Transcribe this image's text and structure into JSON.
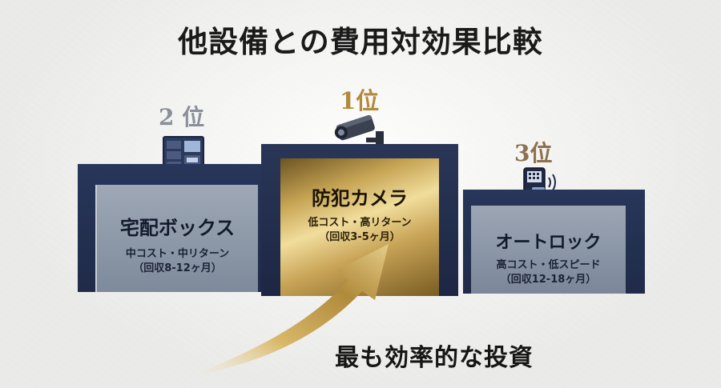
{
  "title": "他設備との費用対効果比較",
  "ranks": {
    "second": "2 位",
    "first": "1位",
    "third": "3位"
  },
  "items": [
    {
      "rank": 2,
      "name": "宅配ボックス",
      "desc": "中コスト・中リターン",
      "period": "（回収8-12ヶ月）",
      "icon": "parcel-locker-icon"
    },
    {
      "rank": 1,
      "name": "防犯カメラ",
      "desc": "低コスト・高リターン",
      "period": "（回収3-5ヶ月）",
      "icon": "security-camera-icon"
    },
    {
      "rank": 3,
      "name": "オートロック",
      "desc": "高コスト・低スピード",
      "period": "（回収12-18ヶ月）",
      "icon": "smart-lock-icon"
    }
  ],
  "slogan": "最も効率的な投資",
  "colors": {
    "navy": "#1f2b48",
    "gold": "#c6a454",
    "steel": "#8e99a9"
  }
}
